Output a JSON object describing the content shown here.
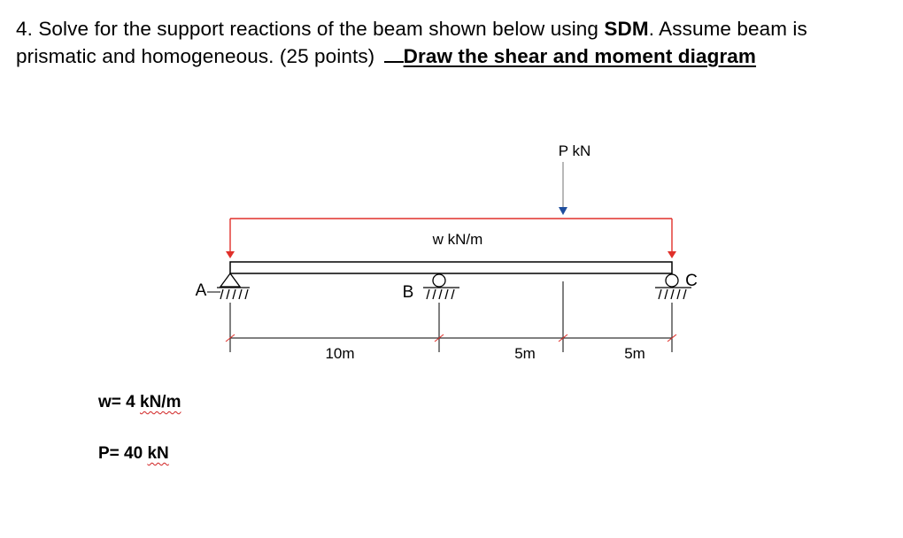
{
  "question": {
    "prefix": "4. Solve for the support reactions of the beam shown below using ",
    "method": "SDM",
    "middle": ". Assume beam is prismatic and homogeneous. (25 points) ",
    "draw_text": "Draw the shear and moment diagram"
  },
  "diagram": {
    "point_load_label": "P kN",
    "distributed_load_label": "w kN/m",
    "support_a": "A",
    "support_b": "B",
    "support_c": "C",
    "span_1": "10m",
    "span_2": "5m",
    "span_3": "5m",
    "colors": {
      "load": "#e0302a",
      "beam": "#000000"
    }
  },
  "given": {
    "w_prefix": "w= 4 ",
    "w_unit": "kN/m",
    "p_prefix": "P= 40 ",
    "p_unit": "kN"
  }
}
